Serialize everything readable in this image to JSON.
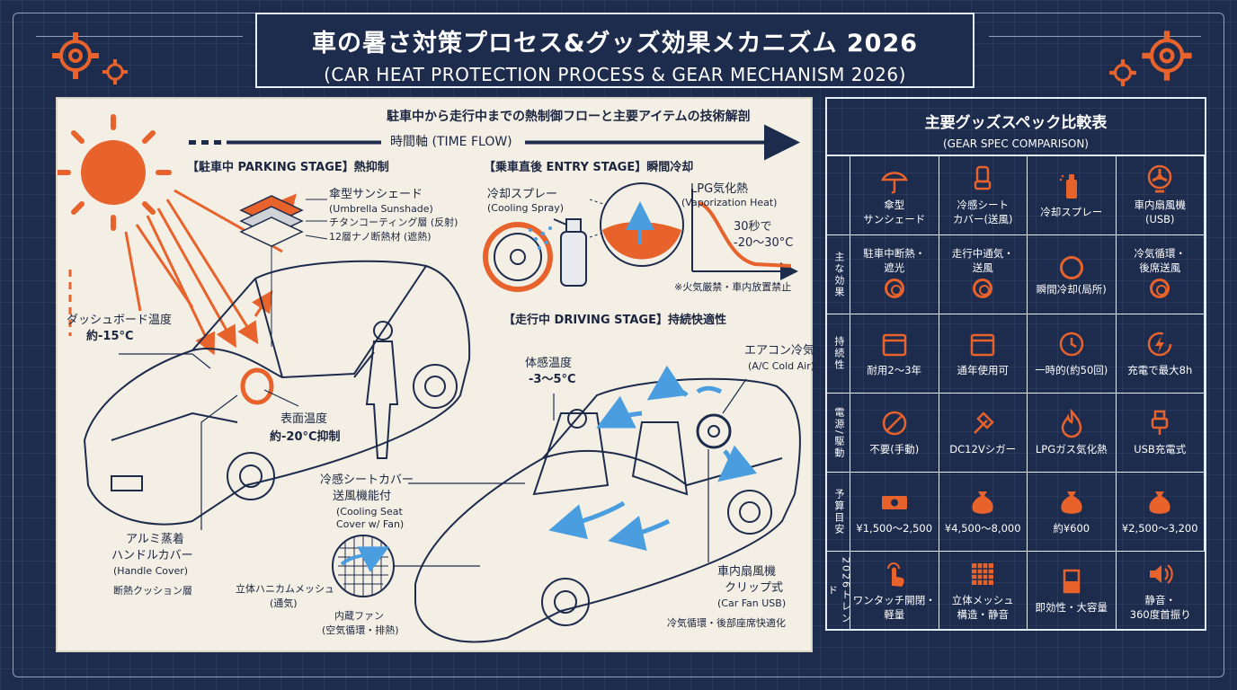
{
  "title": {
    "jp": "車の暑さ対策プロセス&グッズ効果メカニズム 2026",
    "en": "(CAR HEAT PROTECTION PROCESS & GEAR MECHANISM 2026)"
  },
  "diagram": {
    "subtitle": "駐車中から走行中までの熱制御フローと主要アイテムの技術解剖",
    "time_flow": "時間軸 (TIME FLOW)",
    "parking": {
      "stage": "【駐車中 PARKING STAGE】熱抑制",
      "sunshade": "傘型サンシェード",
      "sunshade_en": "(Umbrella Sunshade)",
      "layer1": "チタンコーティング層 (反射)",
      "layer2": "12層ナノ断熱材 (遮熱)",
      "dash_label": "ダッシュボード温度",
      "dash_value": "約-15°C",
      "surface_label": "表面温度",
      "surface_value": "約-20°C抑制",
      "handle_jp1": "アルミ蒸着",
      "handle_jp2": "ハンドルカバー",
      "handle_en": "(Handle Cover)",
      "handle_note": "断熱クッション層"
    },
    "entry": {
      "stage": "【乗車直後 ENTRY STAGE】瞬間冷却",
      "spray": "冷却スプレー",
      "spray_en": "(Cooling Spray)",
      "lpg": "LPG気化熱",
      "lpg_en": "(Vaporization Heat)",
      "drop": "30秒で",
      "drop_range": "-20〜30°C",
      "warning": "※火気厳禁・車内放置禁止"
    },
    "driving": {
      "stage": "【走行中 DRIVING STAGE】持続快適性",
      "feel_label": "体感温度",
      "feel_value": "-3〜5°C",
      "ac": "エアコン冷気",
      "ac_en": "(A/C Cold Air)",
      "seat_jp1": "冷感シートカバー",
      "seat_jp2": "送風機能付",
      "seat_en1": "(Cooling Seat",
      "seat_en2": "Cover w/ Fan)",
      "mesh1": "立体ハニカムメッシュ",
      "mesh2": "(通気)",
      "fan_in1": "内蔵ファン",
      "fan_in2": "(空気循環・排熱)",
      "carfan1": "車内扇風機",
      "carfan2": "クリップ式",
      "carfan_en": "(Car Fan USB)",
      "carfan_note": "冷気循環・後部座席快適化"
    }
  },
  "table": {
    "title_jp": "主要グッズスペック比較表",
    "title_en": "(GEAR SPEC COMPARISON)",
    "columns": [
      {
        "icon": "umbrella-icon",
        "name": "傘型\nサンシェード"
      },
      {
        "icon": "seat-icon",
        "name": "冷感シート\nカバー(送風)"
      },
      {
        "icon": "spray-can-icon",
        "name": "冷却スプレー"
      },
      {
        "icon": "fan-icon",
        "name": "車内扇風機\n(USB)"
      }
    ],
    "rows": [
      {
        "head": "主な効果",
        "cells": [
          "駐車中断熱・\n遮光",
          "走行中通気・\n送風",
          "瞬間冷却(局所)",
          "冷気循環・\n後席送風"
        ]
      },
      {
        "head": "持続性",
        "cells": [
          "耐用2〜3年",
          "通年使用可",
          "一時的(約50回)",
          "充電で最大8h"
        ]
      },
      {
        "head": "電源/駆動",
        "cells": [
          "不要(手動)",
          "DC12Vシガー",
          "LPGガス気化熱",
          "USB充電式"
        ]
      },
      {
        "head": "予算目安",
        "cells": [
          "¥1,500〜2,500",
          "¥4,500〜8,000",
          "約¥600",
          "¥2,500〜3,200"
        ]
      },
      {
        "head": "2026トレンド",
        "cells": [
          "ワンタッチ開閉・\n軽量",
          "立体メッシュ\n構造・静音",
          "即効性・大容量",
          "静音・\n360度首振り"
        ]
      }
    ]
  },
  "colors": {
    "accent": "#e8622c",
    "navy": "#1d2b4c",
    "paper": "#f3efe4",
    "air": "#4a9ee0"
  }
}
